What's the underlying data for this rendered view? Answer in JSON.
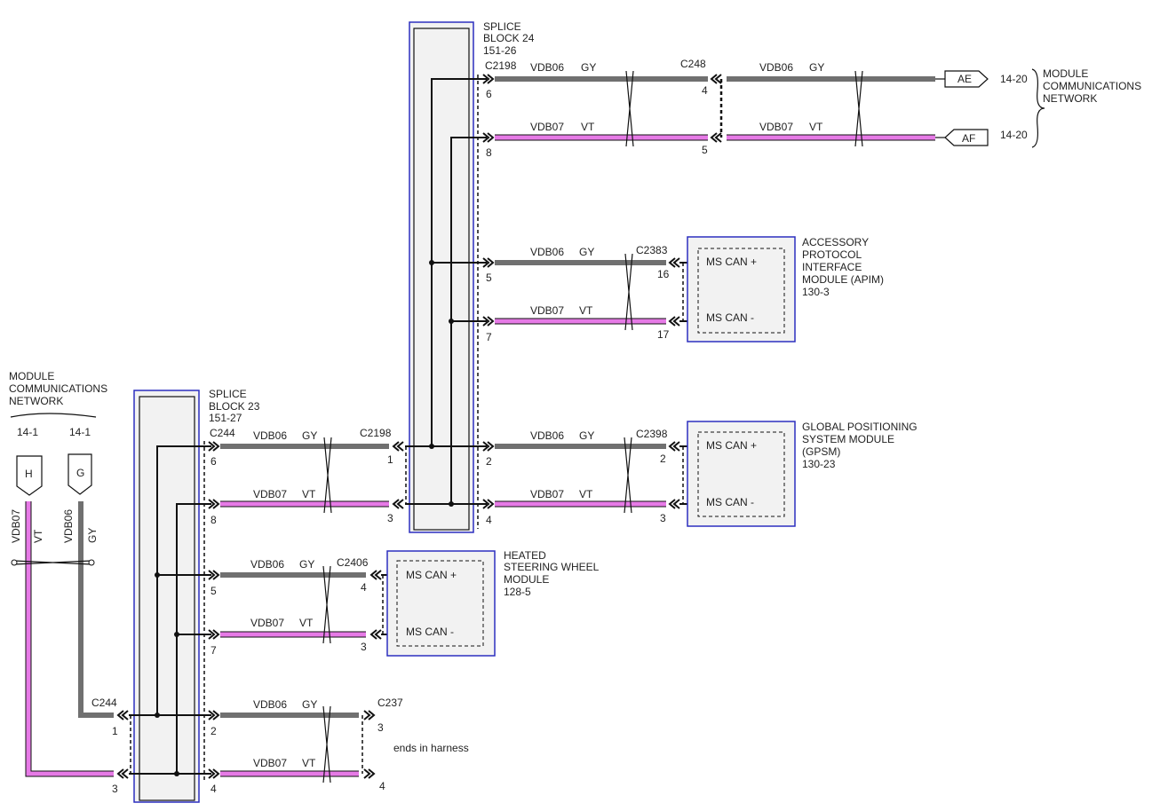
{
  "colors": {
    "gy": "#707070",
    "vt": "#e67ae6",
    "module_border": "#2c2fbf",
    "module_fill": "#f2f2f2"
  },
  "left_network": {
    "title_lines": [
      "MODULE",
      "COMMUNICATIONS",
      "NETWORK"
    ],
    "ref_h": "14-1",
    "ref_g": "14-1",
    "conn_h": "H",
    "conn_g": "G",
    "wire_vt_code": "VDB07",
    "wire_vt_color": "VT",
    "wire_gy_code": "VDB06",
    "wire_gy_color": "GY"
  },
  "right_network": {
    "title_lines": [
      "MODULE",
      "COMMUNICATIONS",
      "NETWORK"
    ],
    "ref_ae": "14-20",
    "ref_af": "14-20",
    "conn_ae": "AE",
    "conn_af": "AF"
  },
  "splice23": {
    "title_lines": [
      "SPLICE",
      "BLOCK 23",
      "151-27"
    ],
    "connector": "C244"
  },
  "splice24": {
    "title_lines": [
      "SPLICE",
      "BLOCK 24",
      "151-26"
    ],
    "connector": "C2198"
  },
  "wires": {
    "gy_code": "VDB06",
    "gy_color": "GY",
    "vt_code": "VDB07",
    "vt_color": "VT"
  },
  "pins": {
    "s24_6": "6",
    "s24_8": "8",
    "s24_5": "5",
    "s24_7": "7",
    "s24_2": "2",
    "s24_4": "4",
    "c248_4": "4",
    "c248_5": "5",
    "c2383_16": "16",
    "c2383_17": "17",
    "c2398_2": "2",
    "c2398_3": "3",
    "c2198_1": "1",
    "c2198_3": "3",
    "s23_6": "6",
    "s23_8": "8",
    "s23_5": "5",
    "s23_7": "7",
    "s23_2": "2",
    "s23_4": "4",
    "c2406_4": "4",
    "c2406_3": "3",
    "c244_1": "1",
    "c244_3": "3",
    "c237_3": "3",
    "c237_4": "4"
  },
  "connectors": {
    "c248": "C248",
    "c2383": "C2383",
    "c2398": "C2398",
    "c2198": "C2198",
    "c2406": "C2406",
    "c244": "C244",
    "c237": "C237"
  },
  "modules": {
    "apim": {
      "title_lines": [
        "ACCESSORY",
        "PROTOCOL",
        "INTERFACE",
        "MODULE (APIM)",
        "130-3"
      ],
      "pin_plus": "MS CAN +",
      "pin_minus": "MS CAN -"
    },
    "gpsm": {
      "title_lines": [
        "GLOBAL POSITIONING",
        "SYSTEM MODULE",
        "(GPSM)",
        "130-23"
      ],
      "pin_plus": "MS CAN +",
      "pin_minus": "MS CAN -"
    },
    "hswm": {
      "title_lines": [
        "HEATED",
        "STEERING WHEEL",
        "MODULE",
        "128-5"
      ],
      "pin_plus": "MS CAN +",
      "pin_minus": "MS CAN -"
    }
  },
  "note_ends_in_harness": "ends in harness"
}
